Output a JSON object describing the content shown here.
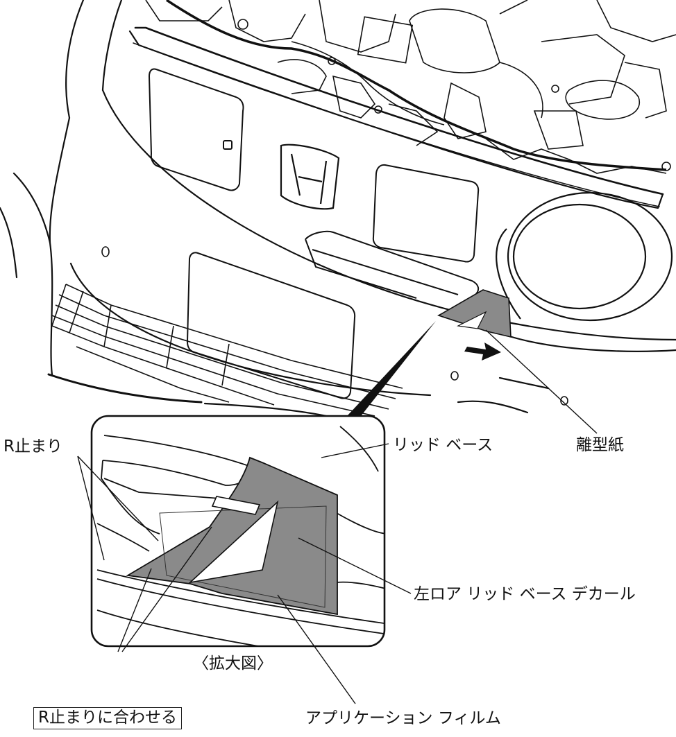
{
  "labels": {
    "r_stop": "R止まり",
    "lid_base": "リッド ベース",
    "release_paper": "離型紙",
    "decal": "左ロア リッド ベース デカール",
    "enlarged_view": "〈拡大図〉",
    "align_to_r_stop": "R止まりに合わせる",
    "application_film": "アプリケーション フィルム"
  },
  "colors": {
    "decal_gray": "#8a8a8a",
    "line": "#111111"
  }
}
